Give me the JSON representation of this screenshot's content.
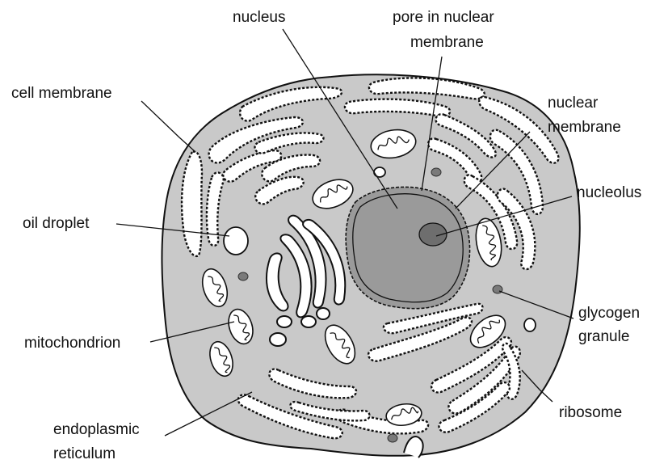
{
  "labels": {
    "nucleus": "nucleus",
    "pore_line1": "pore in nuclear",
    "pore_line2": "membrane",
    "cell_membrane": "cell membrane",
    "nuclear_membrane_line1": "nuclear",
    "nuclear_membrane_line2": "membrane",
    "nucleolus": "nucleolus",
    "oil_droplet": "oil droplet",
    "glycogen_line1": "glycogen",
    "glycogen_line2": "granule",
    "mitochondrion": "mitochondrion",
    "ribosome": "ribosome",
    "er_line1": "endoplasmic",
    "er_line2": "reticulum"
  },
  "colors": {
    "cytoplasm": "#c9c9c9",
    "nucleus": "#9a9a9a",
    "nucleolus": "#6e6e6e",
    "organelle": "#ffffff",
    "outline": "#111111"
  }
}
